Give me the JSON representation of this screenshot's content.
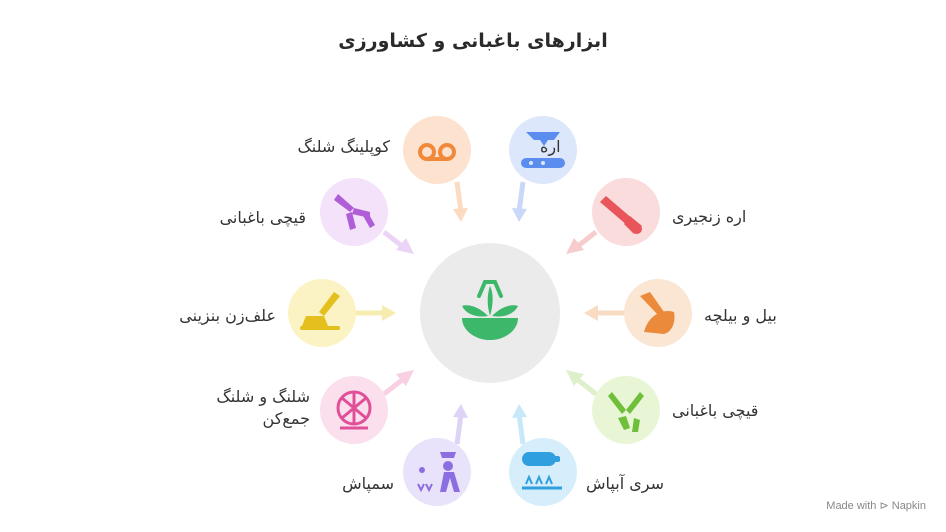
{
  "title": "ابزارهای باغبانی و کشاورزی",
  "center": {
    "icon": "plant-bowl-icon"
  },
  "items": [
    {
      "label": "اره",
      "icon": "saw-icon",
      "color": "#5b8def"
    },
    {
      "label": "اره زنجیری",
      "icon": "chainsaw-icon",
      "color": "#e8555a"
    },
    {
      "label": "بیل و بیلچه",
      "icon": "shovel-icon",
      "color": "#ea8a3a"
    },
    {
      "label": "قیچی باغبانی",
      "icon": "pruning-shears-icon",
      "color": "#6fbf3a"
    },
    {
      "label": "سری آبپاش",
      "icon": "sprinkler-icon",
      "color": "#2f9fe0"
    },
    {
      "label": "سمپاش",
      "icon": "sprayer-icon",
      "color": "#8b6fe0"
    },
    {
      "label": "شلنگ و شلنگ جمع‌کن",
      "icon": "hose-reel-icon",
      "color": "#e0509a"
    },
    {
      "label": "علف‌زن بنزینی",
      "icon": "trimmer-icon",
      "color": "#e3c01e"
    },
    {
      "label": "قیچی باغبانی",
      "icon": "shears-icon",
      "color": "#b05ed8"
    },
    {
      "label": "کوپلینگ شلنگ",
      "icon": "hose-coupling-icon",
      "color": "#f08a3a"
    }
  ],
  "watermark": "Made with ⊳ Napkin"
}
